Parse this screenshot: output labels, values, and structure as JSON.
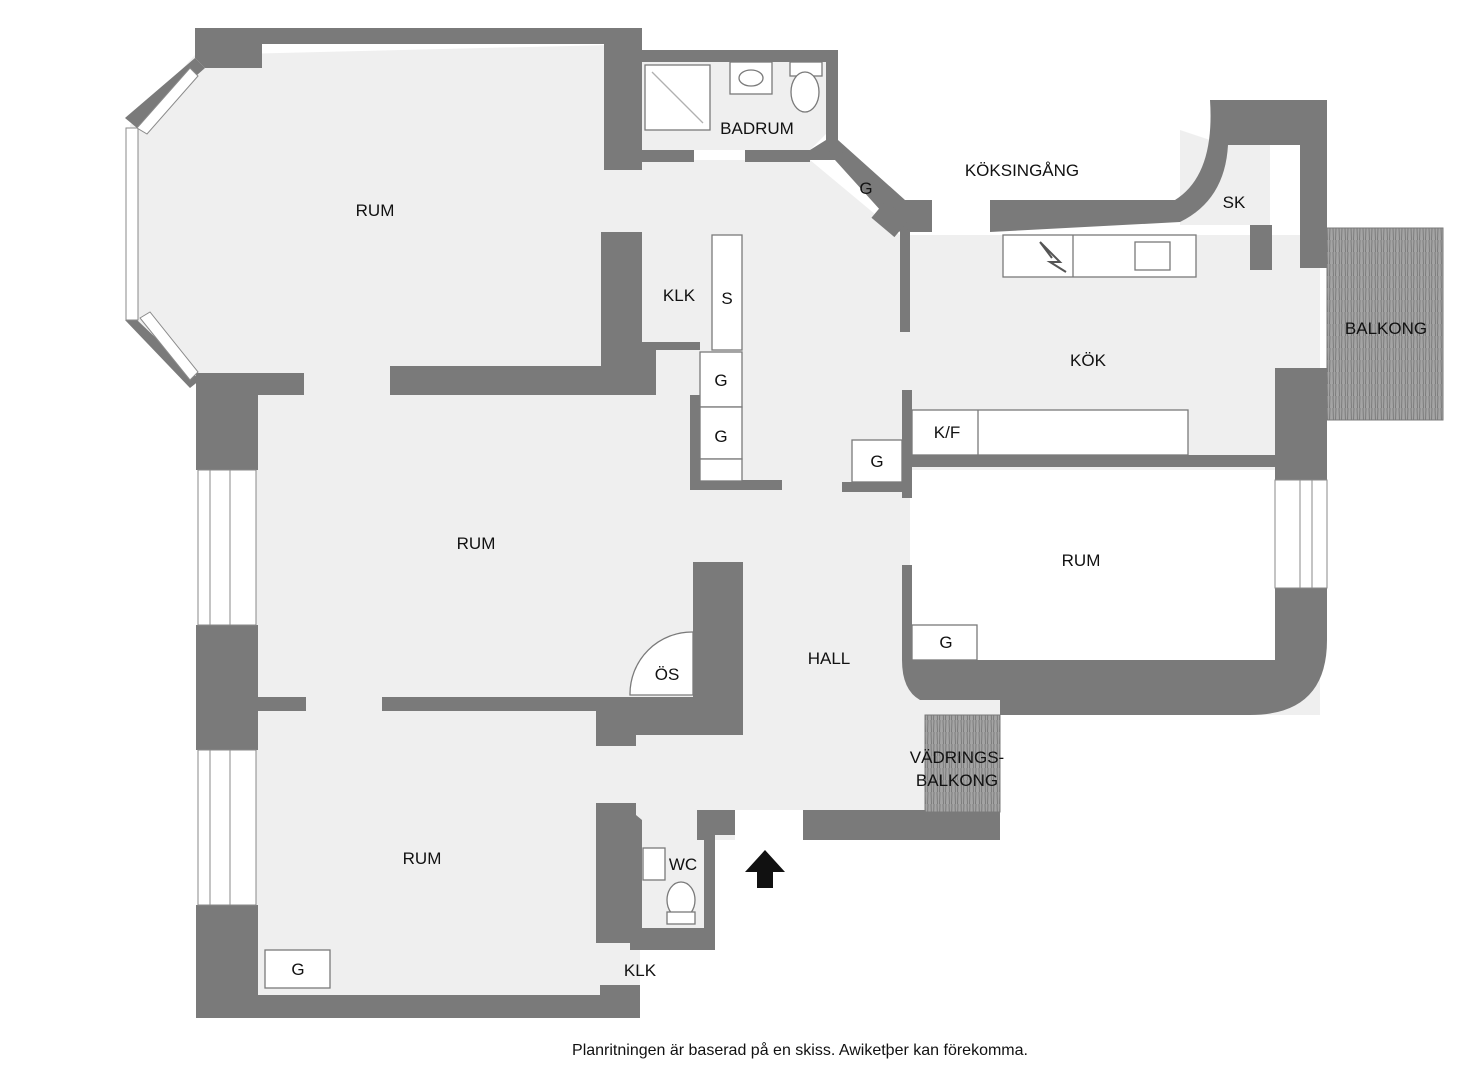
{
  "rooms": {
    "rum_top_left": "RUM",
    "badrum": "BADRUM",
    "koksingang": "KÖKSINGÅNG",
    "sk": "SK",
    "klk_top": "KLK",
    "s": "S",
    "kok": "KÖK",
    "balkong": "BALKONG",
    "rum_middle": "RUM",
    "kf": "K/F",
    "rum_right": "RUM",
    "hall": "HALL",
    "os": "ÖS",
    "vadrings_line1": "VÄDRINGS-",
    "vadrings_line2": "BALKONG",
    "rum_bottom": "RUM",
    "wc": "WC",
    "klk_bottom": "KLK"
  },
  "closets": {
    "g_badrum": "G",
    "g_stack_1": "G",
    "g_stack_2": "G",
    "g_hall": "G",
    "g_rum_right": "G",
    "g_rum_bottom": "G"
  },
  "footer": {
    "disclaimer": "Planritningen är baserad på en skiss. Awiketþer kan förekomma."
  },
  "colors": {
    "wall": "#7a7a7a",
    "floor": "#efefef",
    "fixture": "#ffffff",
    "balcony": "#9a9a9a"
  }
}
